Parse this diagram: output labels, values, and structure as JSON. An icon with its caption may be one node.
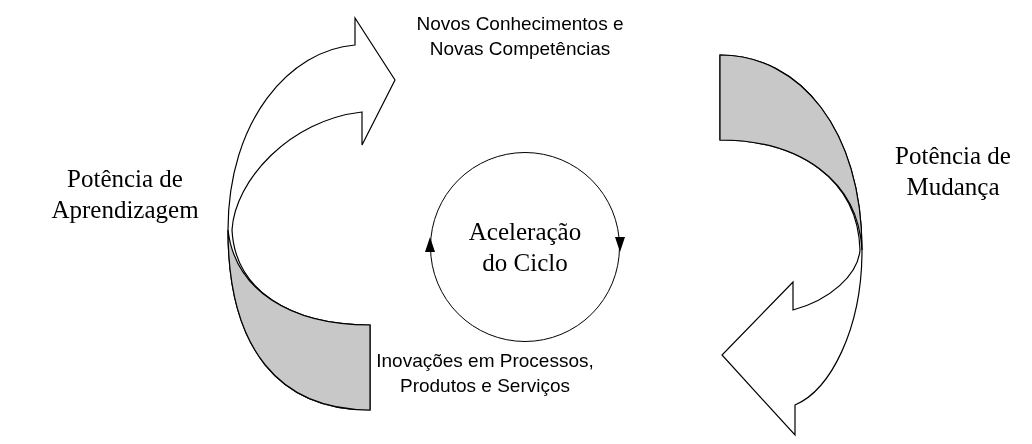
{
  "diagram": {
    "nodes": [
      {
        "text": [
          "Novos Conhecimentos e Novas Competências"
        ]
      },
      {
        "text": [
          "Aceleração do Ciclo"
        ]
      },
      {
        "text": [
          "Inovações em Processos, Produtos e Serviços"
        ]
      }
    ],
    "edges": [
      {
        "from": 2,
        "to": 0,
        "arrow": "to",
        "label": "Potência de Aprendizagem"
      },
      {
        "from": 0,
        "to": 2,
        "arrow": "to",
        "label": "Potência de Mudança"
      }
    ]
  }
}
